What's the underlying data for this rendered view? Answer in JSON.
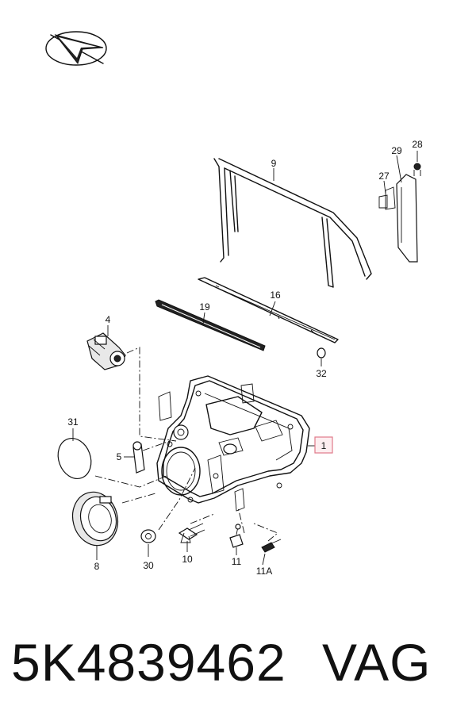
{
  "diagram": {
    "callouts": {
      "c1": "1",
      "c4": "4",
      "c5": "5",
      "c8": "8",
      "c9": "9",
      "c10": "10",
      "c11": "11",
      "c11a": "11A",
      "c16": "16",
      "c19": "19",
      "c27": "27",
      "c28": "28",
      "c29": "29",
      "c30": "30",
      "c31": "31",
      "c32": "32"
    },
    "highlight_color": "#e07a8a"
  },
  "footer": {
    "part_number": "5K4839462",
    "brand": "VAG"
  }
}
